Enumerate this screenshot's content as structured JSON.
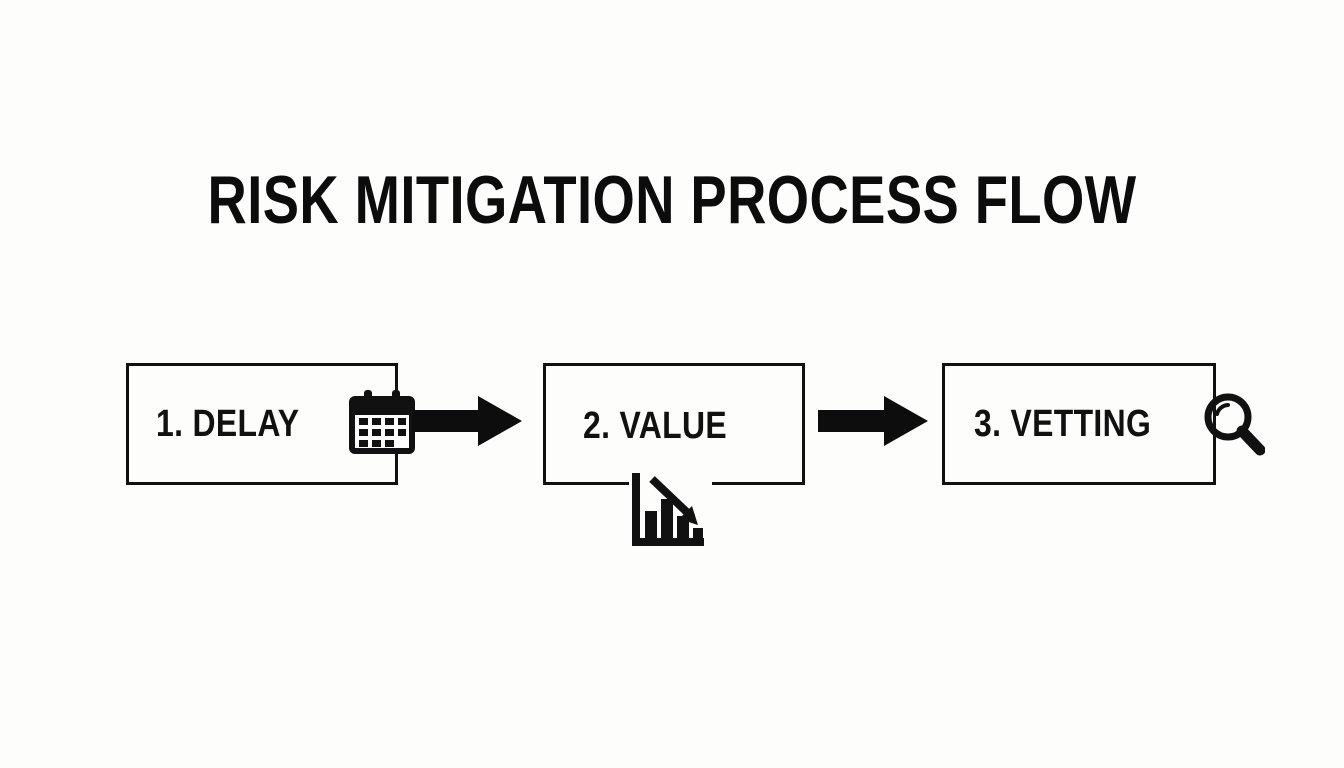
{
  "page": {
    "title": "RISK MITIGATION PROCESS FLOW",
    "background_color": "#fdfdfc",
    "ink_color": "#111111"
  },
  "flow": {
    "steps": [
      {
        "number": "1.",
        "name": "DELAY",
        "label": "1. DELAY",
        "icon": "calendar-icon"
      },
      {
        "number": "2.",
        "name": "VALUE",
        "label": "2. VALUE",
        "icon": "declining-bar-chart-icon"
      },
      {
        "number": "3.",
        "name": "VETTING",
        "label": "3. VETTING",
        "icon": "magnifying-glass-icon"
      }
    ],
    "connectors": [
      {
        "from": "1. DELAY",
        "to": "2. VALUE",
        "icon": "arrow-right-icon"
      },
      {
        "from": "2. VALUE",
        "to": "3. VETTING",
        "icon": "arrow-right-icon"
      }
    ]
  }
}
